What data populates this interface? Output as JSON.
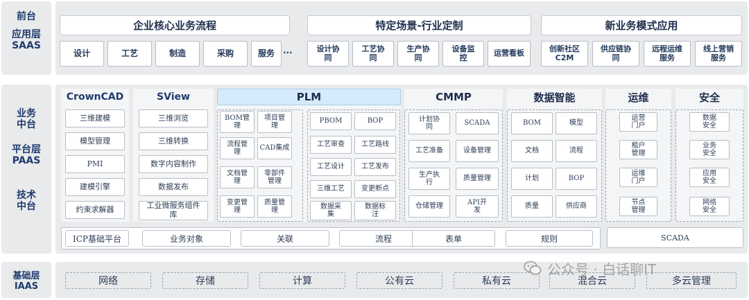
{
  "layers": {
    "front": [
      "前台",
      "应用层",
      "SAAS"
    ],
    "business": [
      "业务",
      "中台"
    ],
    "platform": [
      "平台层",
      "PAAS"
    ],
    "tech": [
      "技术",
      "中台"
    ],
    "base": [
      "基础层",
      "IAAS"
    ]
  },
  "saas": {
    "groups": [
      "企业核心业务流程",
      "特定场景-行业定制",
      "新业务模式应用"
    ],
    "core_items": [
      "设计",
      "工艺",
      "制造",
      "采购",
      "服务"
    ],
    "ellipsis": "···",
    "industry_items": [
      "设计协同",
      "工艺协同",
      "生产协同",
      "设备监控",
      "运营看板"
    ],
    "new_items": [
      "创新社区C2M",
      "供应链协同",
      "远程运维服务",
      "线上营销服务"
    ]
  },
  "paas": {
    "crowncad": {
      "title": "CrownCAD",
      "items": [
        "三维建模",
        "模型管理",
        "PMI",
        "建模引擎",
        "约束求解器"
      ]
    },
    "sview": {
      "title": "SView",
      "items": [
        "三维浏览",
        "三维转换",
        "数字内容制作",
        "数据发布",
        "工业微服务组件库"
      ]
    },
    "plm": {
      "title": "PLM",
      "left": [
        "BOM管理",
        "项目管理",
        "流程管理",
        "CAD集成",
        "文档管理",
        "零部件管理",
        "变更管理",
        "质量管理"
      ],
      "right": [
        "PBOM",
        "BOP",
        "工艺审查",
        "工艺路线",
        "工艺设计",
        "工艺发布",
        "三维工艺",
        "变更断点",
        "数据采集",
        "数据标注"
      ]
    },
    "cmmp": {
      "title": "CMMP",
      "items": [
        "计划协同",
        "SCADA",
        "工艺准备",
        "设备管理",
        "生产执行",
        "质量管理",
        "仓储管理",
        "API开发"
      ]
    },
    "data": {
      "title": "数据智能",
      "items": [
        "BOM",
        "模型",
        "文档",
        "流程",
        "计划",
        "BOP",
        "质量",
        "供应商"
      ]
    },
    "ops": {
      "title": "运维",
      "items": [
        "运营门户",
        "租户管理",
        "运维门户",
        "节点管理"
      ]
    },
    "security": {
      "title": "安全",
      "items": [
        "数据安全",
        "业务安全",
        "应用安全",
        "网络安全"
      ]
    },
    "icp_bar": [
      "ICP基础平台",
      "业务对象",
      "关联",
      "流程",
      "表单",
      "规则"
    ],
    "scada": "SCADA"
  },
  "iaas": {
    "items": [
      "网络",
      "存储",
      "计算",
      "公有云",
      "私有云",
      "混合云",
      "多云管理"
    ]
  },
  "watermark": "公众号 · 白话聊IT",
  "colors": {
    "plm_header": "#d5ebfb",
    "band": "#e9eaec",
    "accent": "#1f3a6e"
  }
}
